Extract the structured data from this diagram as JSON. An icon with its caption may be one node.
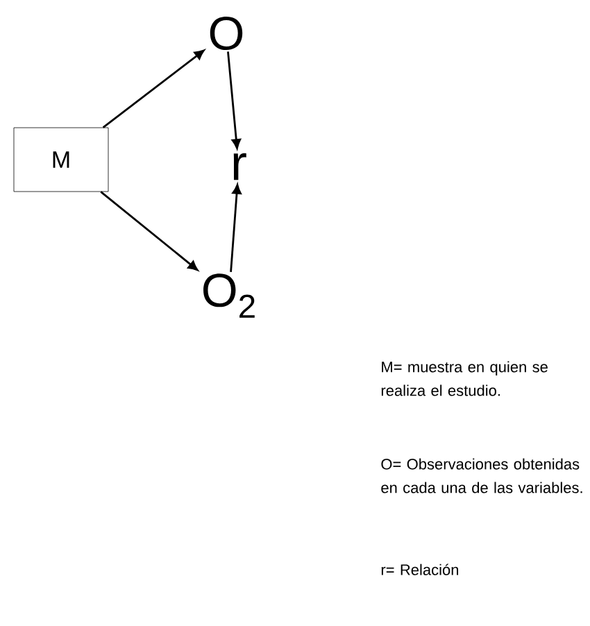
{
  "diagram": {
    "nodes": [
      {
        "text": [
          "M"
        ]
      },
      {
        "text": [
          "O"
        ]
      },
      {
        "text": [
          "r"
        ]
      },
      {
        "text": [
          "O$_{2}$"
        ]
      }
    ],
    "edges": [
      {
        "from": 0,
        "to": 1,
        "arrow": "to"
      },
      {
        "from": 0,
        "to": 3,
        "arrow": "to"
      },
      {
        "from": 1,
        "to": 2,
        "arrow": "to"
      },
      {
        "from": 3,
        "to": 2,
        "arrow": "to"
      }
    ],
    "labels": [
      "M= muestra en quien se realiza el estudio.",
      "O= Observaciones obtenidas en cada una de las variables.",
      "r= Relación"
    ]
  }
}
